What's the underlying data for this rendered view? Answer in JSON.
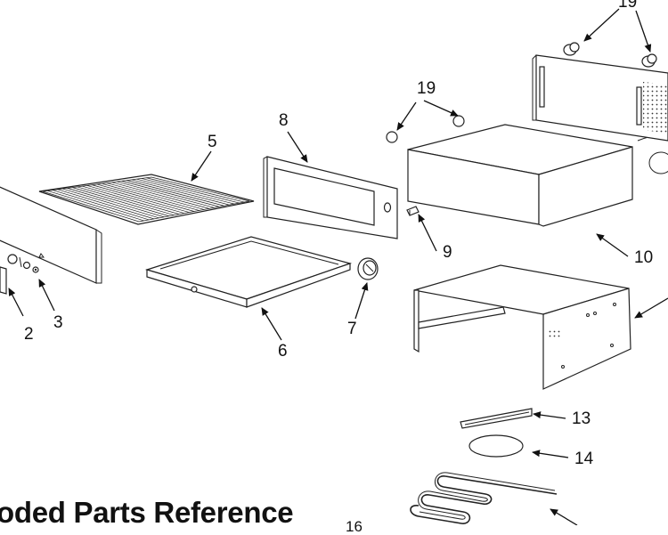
{
  "title": "oded Parts Reference",
  "callouts": {
    "c2": "2",
    "c3": "3",
    "c5": "5",
    "c6": "6",
    "c7": "7",
    "c8": "8",
    "c9": "9",
    "c10": "10",
    "c13": "13",
    "c14": "14",
    "c19a": "19",
    "c19b": "19",
    "c16": "16"
  }
}
